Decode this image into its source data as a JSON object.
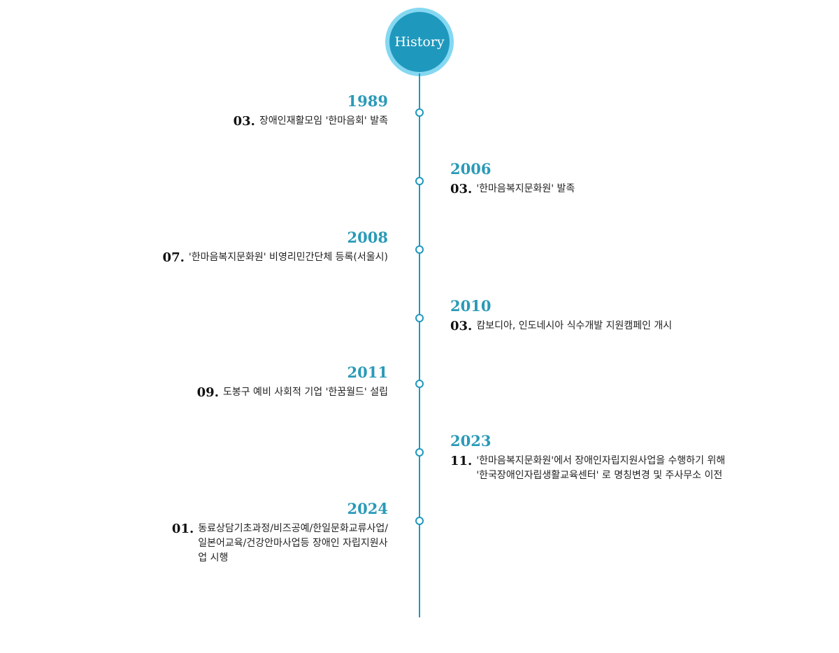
{
  "header": {
    "title": "History"
  },
  "entries": [
    {
      "year": "1989",
      "month": "03.",
      "text": "장애인재활모임 '한마음회' 발족"
    },
    {
      "year": "2006",
      "month": "03.",
      "text": "'한마음복지문화원' 발족"
    },
    {
      "year": "2008",
      "month": "07.",
      "text": "'한마음복지문화원' 비영리민간단체 등록(서울시)"
    },
    {
      "year": "2010",
      "month": "03.",
      "text": "캄보디아, 인도네시아 식수개발 지원캠페인 개시"
    },
    {
      "year": "2011",
      "month": "09.",
      "text": "도봉구 예비 사회적 기업 '한꿈월드' 설립"
    },
    {
      "year": "2023",
      "month": "11.",
      "text": " '한마음복지문화원'에서 장애인자립지원사업을 수행하기 위해\n'한국장애인자립생활교육센터' 로 명칭변경 및 주사무소 이전"
    },
    {
      "year": "2024",
      "month": "01.",
      "text": "동료상담기초과정/비즈공예/한일문화교류사업/\n일본어교육/건강안마사업등 장애인 자립지원사\n업 시행"
    }
  ]
}
